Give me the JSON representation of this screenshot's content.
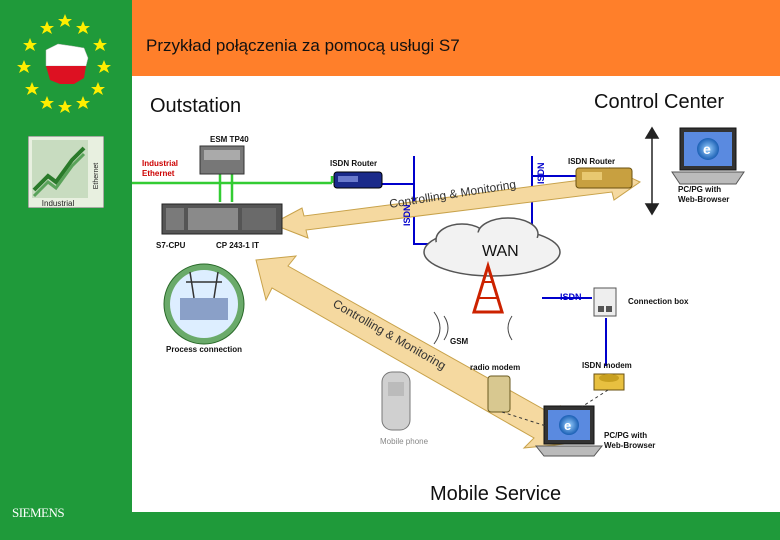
{
  "slide": {
    "title": "Przykład połączenia za pomocą usługi S7",
    "brand": "SIEMENS"
  },
  "sidebar": {
    "eu_flag_icon": "eu-stars-poland-map",
    "industrial_ethernet_logo": {
      "text_main": "Industrial",
      "text_side": "Ethernet"
    }
  },
  "diagram": {
    "outstation": "Outstation",
    "control_center": "Control Center",
    "mobile_service": "Mobile Service",
    "esm_tp40": "ESM TP40",
    "industrial_ethernet": [
      "Industrial",
      "Ethernet"
    ],
    "isdn_router_left": "ISDN Router",
    "isdn_router_right": "ISDN Router",
    "isdn_left": "ISDN",
    "isdn_right": "ISDN",
    "isdn_box": "ISDN",
    "wan": "WAN",
    "s7_cpu": "S7-CPU",
    "cp_243": "CP 243-1 IT",
    "process_connection": "Process connection",
    "controlling_top": "Controlling & Monitoring",
    "controlling_diag": "Controlling & Monitoring",
    "pcpg_top": [
      "PC/PG with",
      "Web-Browser"
    ],
    "pcpg_bottom": [
      "PC/PG with",
      "Web-Browser"
    ],
    "connection_box": "Connection box",
    "gsm": "GSM",
    "radio_modem": "radio modem",
    "isdn_modem": "ISDN modem",
    "mobile_phone": "Mobile phone"
  },
  "colors": {
    "sidebar_green": "#1f9a3a",
    "header_orange": "#ff7f2a",
    "ethernet_green": "#33cc33",
    "isdn_blue": "#0000cc",
    "arrow_fill": "#f5d9a0"
  }
}
